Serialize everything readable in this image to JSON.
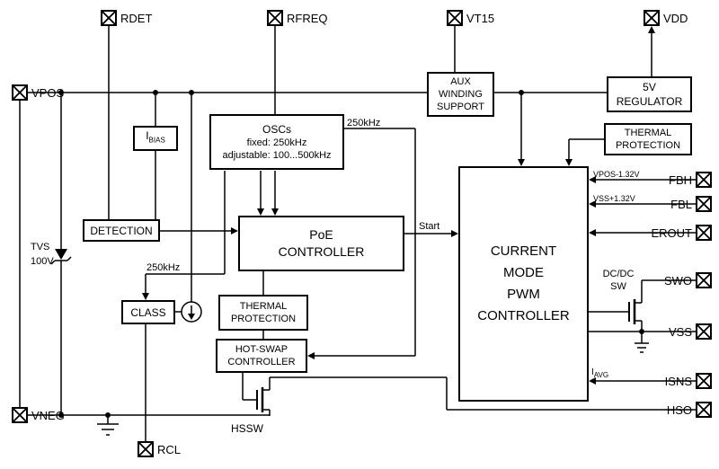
{
  "colors": {
    "line": "#000000",
    "background": "#ffffff",
    "block_fill": "#ffffff"
  },
  "pins": {
    "rdet": "RDET",
    "rfreq": "RFREQ",
    "vt15": "VT15",
    "vdd": "VDD",
    "vpos": "VPOS",
    "vneg": "VNEG",
    "rcl": "RCL",
    "fbh": "FBH",
    "fbl": "FBL",
    "erout": "EROUT",
    "swo": "SWO",
    "vss": "VSS",
    "isns": "ISNS",
    "hso": "HSO"
  },
  "blocks": {
    "aux": [
      "AUX",
      "WINDING",
      "SUPPORT"
    ],
    "regulator": [
      "5V",
      "REGULATOR"
    ],
    "thermal_top": [
      "THERMAL",
      "PROTECTION"
    ],
    "osc": [
      "OSCs",
      "fixed: 250kHz",
      "adjustable: 100...500kHz"
    ],
    "ibias": {
      "base": "I",
      "sub": "BIAS"
    },
    "detection": "DETECTION",
    "poe": [
      "PoE",
      "CONTROLLER"
    ],
    "class": "CLASS",
    "thermal_mid": [
      "THERMAL",
      "PROTECTION"
    ],
    "hotswap": [
      "HOT-SWAP",
      "CONTROLLER"
    ],
    "pwm": [
      "CURRENT",
      "MODE",
      "PWM",
      "CONTROLLER"
    ]
  },
  "labels": {
    "osc_freq": "250kHz",
    "class_freq": "250kHz",
    "start": "Start",
    "fbh_threshold": "VPOS-1.32V",
    "fbl_threshold": "VSS+1.32V",
    "iavg": {
      "base": "I",
      "sub": "AVG"
    },
    "dcdc": [
      "DC/DC",
      "SW"
    ],
    "hssw": "HSSW",
    "tvs": [
      "TVS",
      "100V"
    ]
  }
}
